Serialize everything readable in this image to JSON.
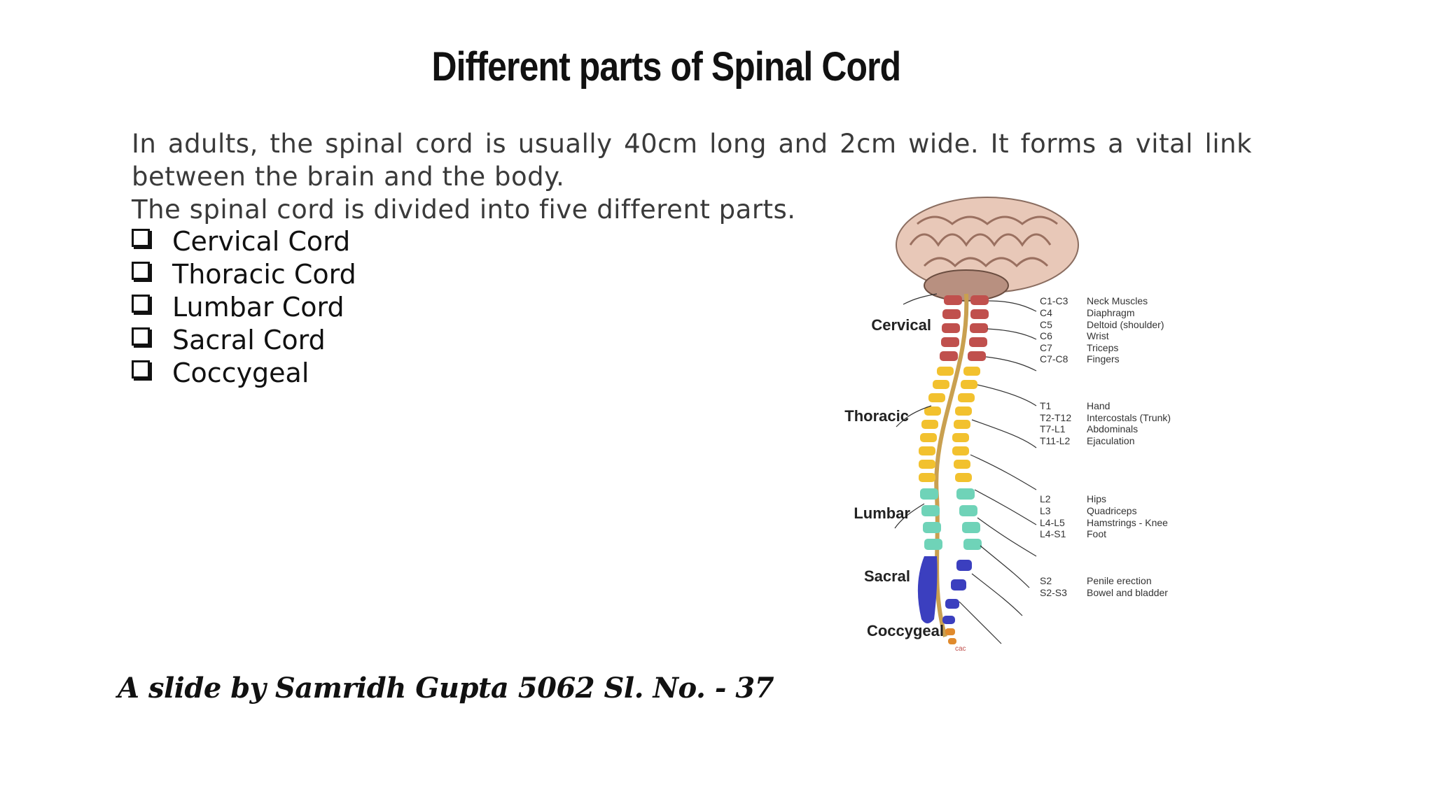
{
  "slide": {
    "title": "Different parts  of Spinal Cord",
    "intro_line1": "In adults, the spinal cord is usually 40cm long and 2cm wide. It forms a vital link between the brain and the body.",
    "intro_line2": "The spinal cord is divided into five different parts.",
    "parts": [
      "Cervical Cord",
      "Thoracic Cord",
      "Lumbar Cord",
      "Sacral Cord",
      "Coccygeal"
    ],
    "credit": "A slide by Samridh Gupta 5062 Sl. No. - 37"
  },
  "figure": {
    "region_labels": [
      "Cervical",
      "Thoracic",
      "Lumbar",
      "Sacral",
      "Coccygeal"
    ],
    "groups": [
      {
        "segments": [
          "C1-C3",
          "C4",
          "C5",
          "C6",
          "C7",
          "C7-C8"
        ],
        "functions": [
          "Neck Muscles",
          "Diaphragm",
          "Deltoid (shoulder)",
          "Wrist",
          "Triceps",
          "Fingers"
        ]
      },
      {
        "segments": [
          "T1",
          "T2-T12",
          "T7-L1",
          "T11-L2"
        ],
        "functions": [
          "Hand",
          "Intercostals (Trunk)",
          "Abdominals",
          "Ejaculation"
        ]
      },
      {
        "segments": [
          "L2",
          "L3",
          "L4-L5",
          "L4-S1"
        ],
        "functions": [
          "Hips",
          "Quadriceps",
          "Hamstrings - Knee",
          "Foot"
        ]
      },
      {
        "segments": [
          "S2",
          "S2-S3"
        ],
        "functions": [
          "Penile erection",
          "Bowel and bladder"
        ]
      }
    ],
    "signature": "cac",
    "colors": {
      "cervical": "#c0504d",
      "thoracic": "#f2c12e",
      "lumbar": "#6fd3b8",
      "sacral": "#3b3fbf",
      "coccygeal": "#e08a2c",
      "brain": "#e8c8b8"
    }
  }
}
